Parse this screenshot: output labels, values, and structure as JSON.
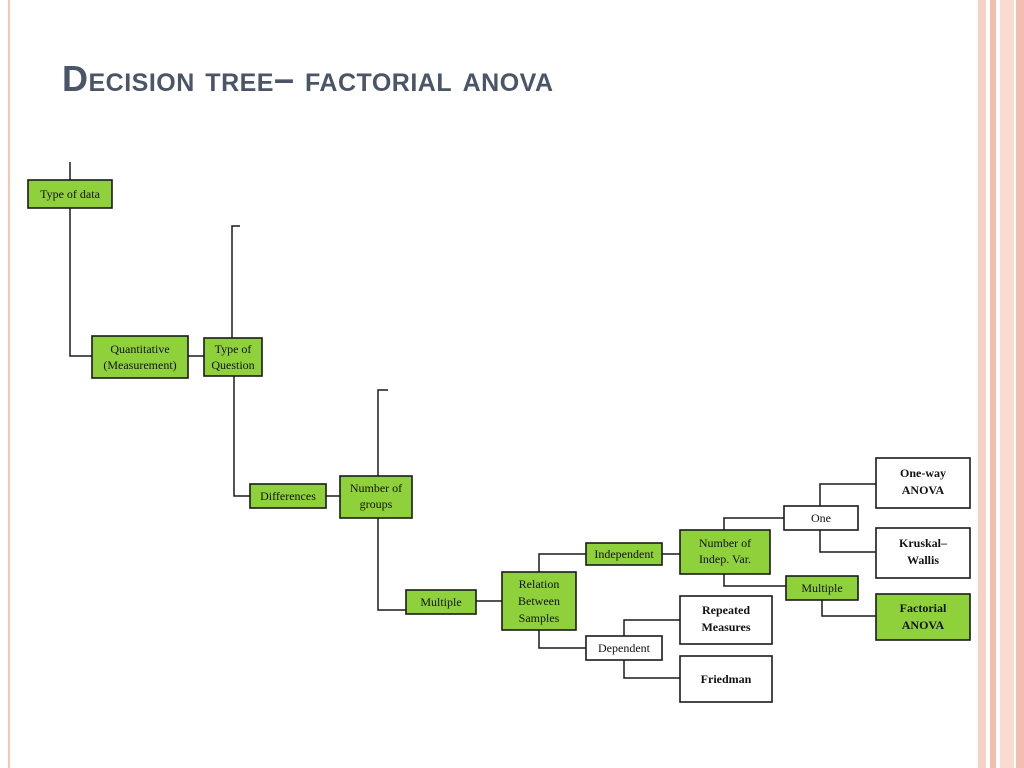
{
  "slide": {
    "title": "Decision tree– factorial anova"
  },
  "diagram": {
    "nodes": {
      "type_of_data": [
        "Type of data"
      ],
      "quantitative": [
        "Quantitative",
        "(Measurement)"
      ],
      "type_of_question": [
        "Type of",
        "Question"
      ],
      "differences": [
        "Differences"
      ],
      "number_of_groups": [
        "Number of",
        "groups"
      ],
      "multiple_groups": [
        "Multiple"
      ],
      "relation_between_samples": [
        "Relation",
        "Between",
        "Samples"
      ],
      "independent": [
        "Independent"
      ],
      "dependent": [
        "Dependent"
      ],
      "number_of_indep_var": [
        "Number of",
        "Indep. Var."
      ],
      "one": [
        "One"
      ],
      "multiple_indep": [
        "Multiple"
      ],
      "one_way_anova": [
        "One-way",
        "ANOVA"
      ],
      "kruskal_wallis": [
        "Kruskal–",
        "Wallis"
      ],
      "factorial_anova": [
        "Factorial",
        "ANOVA"
      ],
      "repeated_measures": [
        "Repeated",
        "Measures"
      ],
      "friedman": [
        "Friedman"
      ]
    }
  }
}
